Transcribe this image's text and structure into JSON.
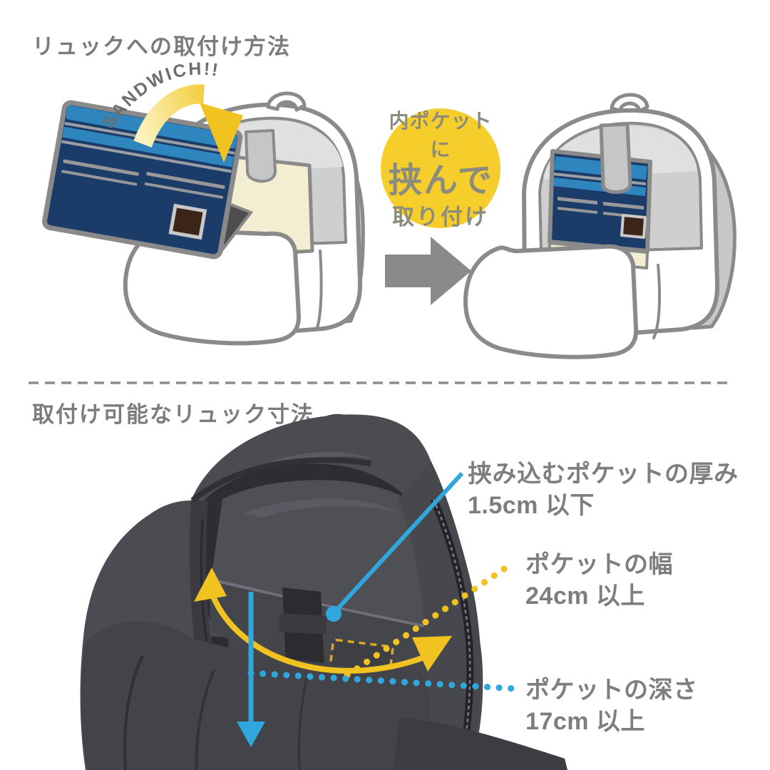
{
  "palette": {
    "title_text": "#7C7C7C",
    "annotation_text": "#7E7E7E",
    "outline_gray": "#8A8A8A",
    "divider_gray": "#8C8C8C",
    "badge_yellow": "#F5CE2B",
    "badge_text": "#8B8B7E",
    "accent_yellow": "#F0C320",
    "pale_yellow": "#FAF2BE",
    "accent_blue": "#2FA7DC",
    "navy": "#1B3C69",
    "stripe_blue": "#2F86BE",
    "cream": "#F3EED1"
  },
  "section_attach": {
    "title": "リュックへの取付け方法",
    "sandwich_label": "SANDWICH!!",
    "badge": {
      "line1": "内ポケットに",
      "line2": "挟んで",
      "line3": "取り付け"
    },
    "icons": {
      "insert_arrow": "curved-insert-arrow",
      "step_arrow": "right-step-arrow"
    }
  },
  "section_dimensions": {
    "title": "取付け可能なリュック寸法",
    "annotations": {
      "thickness": {
        "label": "挟み込むポケットの厚み",
        "value": "1.5cm 以下"
      },
      "width": {
        "label": "ポケットの幅",
        "value": "24cm 以上"
      },
      "depth": {
        "label": "ポケットの深さ",
        "value": "17cm 以上"
      }
    },
    "icons": {
      "width_arrow": "double-headed-curved-arrow",
      "depth_arrow": "down-arrow",
      "thickness_pointer": "pointer-line-with-dot"
    }
  }
}
